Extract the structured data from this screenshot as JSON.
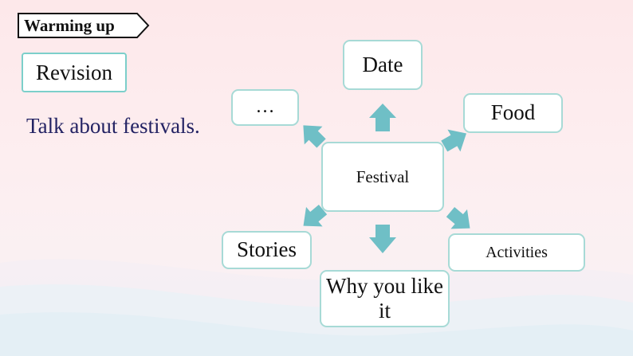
{
  "header": {
    "tag_label": "Warming up"
  },
  "revision_label": "Revision",
  "subtitle": "Talk about festivals.",
  "mindmap": {
    "center": "Festival",
    "nodes": {
      "date": "Date",
      "food": "Food",
      "activities": "Activities",
      "why": "Why you like it",
      "stories": "Stories",
      "more": "…"
    }
  },
  "colors": {
    "background": "#fde8ea",
    "box_border": "#a7dad6",
    "arrow": "#6fbfc6",
    "subtitle_text": "#232263"
  }
}
